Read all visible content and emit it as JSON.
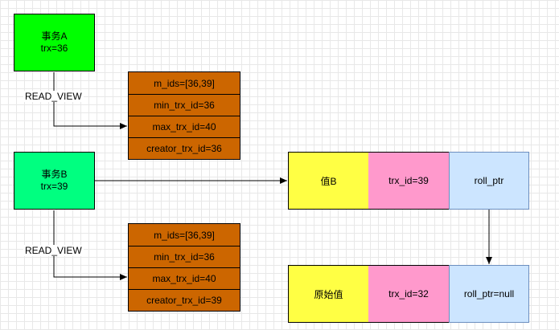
{
  "txn_a": {
    "name": "事务A",
    "trx": "trx=36"
  },
  "txn_b": {
    "name": "事务B",
    "trx": "trx=39"
  },
  "edge_labels": {
    "read_view_a": "READ_VIEW",
    "read_view_b": "READ_VIEW"
  },
  "read_view_a": [
    "m_ids=[36,39]",
    "min_trx_id=36",
    "max_trx_id=40",
    "creator_trx_id=36"
  ],
  "read_view_b": [
    "m_ids=[36,39]",
    "min_trx_id=36",
    "max_trx_id=40",
    "creator_trx_id=39"
  ],
  "record_current": {
    "value": "值B",
    "trx_id": "trx_id=39",
    "roll_ptr": "roll_ptr"
  },
  "record_original": {
    "value": "原始值",
    "trx_id": "trx_id=32",
    "roll_ptr": "roll_ptr=null"
  },
  "colors": {
    "txn_a": "#00ff00",
    "txn_b": "#00ff80",
    "read_view_cell": "#cc6600",
    "value_cell": "#ffff44",
    "trx_id_cell": "#ff99cc",
    "roll_ptr_cell": "#cce5ff"
  }
}
